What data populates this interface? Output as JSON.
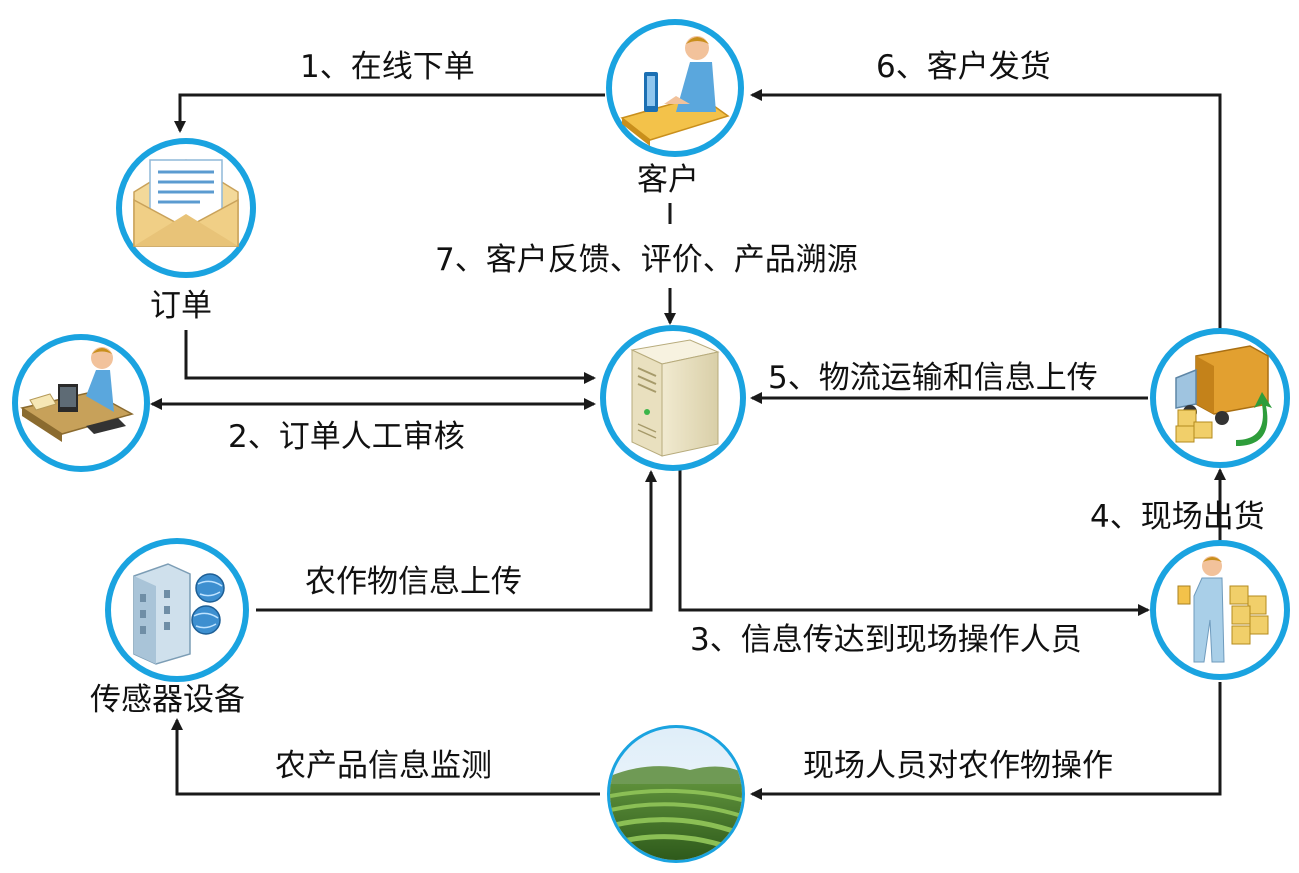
{
  "nodes": {
    "customer": "客户",
    "order": "订单",
    "reviewer": "",
    "server": "",
    "truck": "",
    "worker": "",
    "sensor": "传感器设备",
    "field": ""
  },
  "edges": {
    "e1": "1、在线下单",
    "e2": "2、订单人工审核",
    "e3": "3、信息传达到现场操作人员",
    "e4": "4、现场出货",
    "e5": "5、物流运输和信息上传",
    "e6": "6、客户发货",
    "e7": "7、客户反馈、评价、产品溯源",
    "e8": "农作物信息上传",
    "e9": "现场人员对农作物操作",
    "e10": "农产品信息监测"
  },
  "colors": {
    "ring": "#1aa3e0",
    "arrow": "#1a1a1a"
  },
  "icons": {
    "customer": "person-at-desk-icon",
    "order": "envelope-letter-icon",
    "reviewer": "operator-workstation-icon",
    "server": "server-tower-icon",
    "truck": "delivery-truck-icon",
    "worker": "warehouse-worker-icon",
    "sensor": "building-network-icon",
    "field": "tea-plantation-icon"
  }
}
